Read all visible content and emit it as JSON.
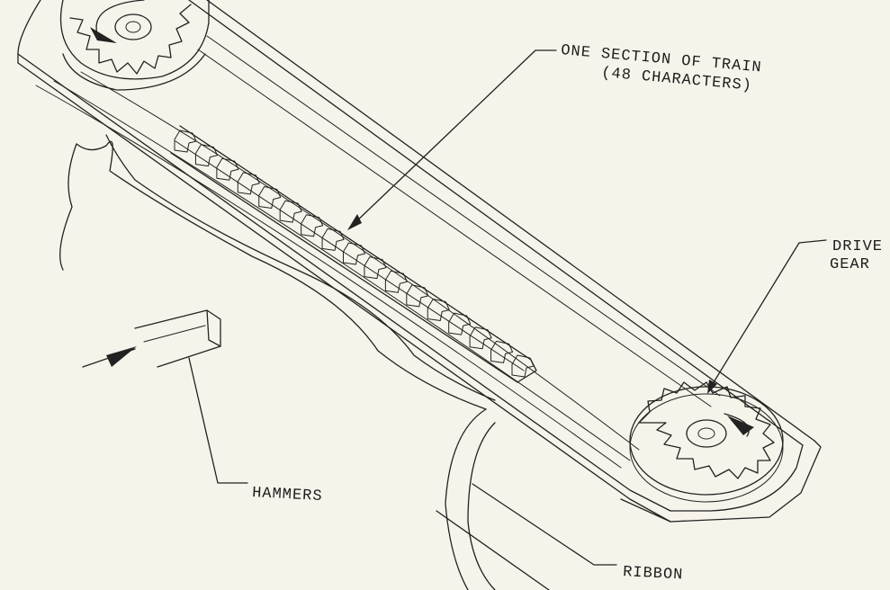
{
  "labels": {
    "train_line1": "ONE SECTION OF TRAIN",
    "train_line2": "(48 CHARACTERS)",
    "drive_line1": "DRIVE",
    "drive_line2": "GEAR",
    "hammers": "HAMMERS",
    "ribbon": "RIBBON"
  },
  "colors": {
    "paper": "#f6f3ea",
    "ink": "#222222"
  }
}
